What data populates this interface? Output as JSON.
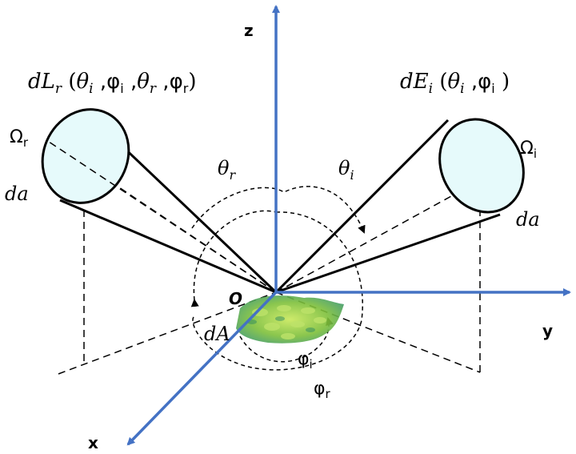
{
  "axes": {
    "x": "x",
    "y": "y",
    "z": "z",
    "origin": "O"
  },
  "labels": {
    "dLr": "dL",
    "dLr_sub": "r",
    "dLr_args": "(θ",
    "dLr_rest": ",φ",
    "dLr_mid": ",θ",
    "dLr_end": ",φ",
    "dEi": "dE",
    "dEi_sub": "i",
    "Omega_r": "Ω",
    "Omega_r_sub": "r",
    "Omega_i": "Ω",
    "Omega_i_sub": "i",
    "da_left": "da",
    "da_right": "da",
    "theta_r": "θ",
    "theta_r_sub": "r",
    "theta_i": "θ",
    "theta_i_sub": "i",
    "dA": "dA",
    "phi_i": "φ",
    "phi_i_sub": "i",
    "phi_r": "φ",
    "phi_r_sub": "r"
  },
  "colors": {
    "axis": "#4472C4",
    "cone_fill": "#E6FAFB",
    "surface": "#7DBF3A"
  }
}
